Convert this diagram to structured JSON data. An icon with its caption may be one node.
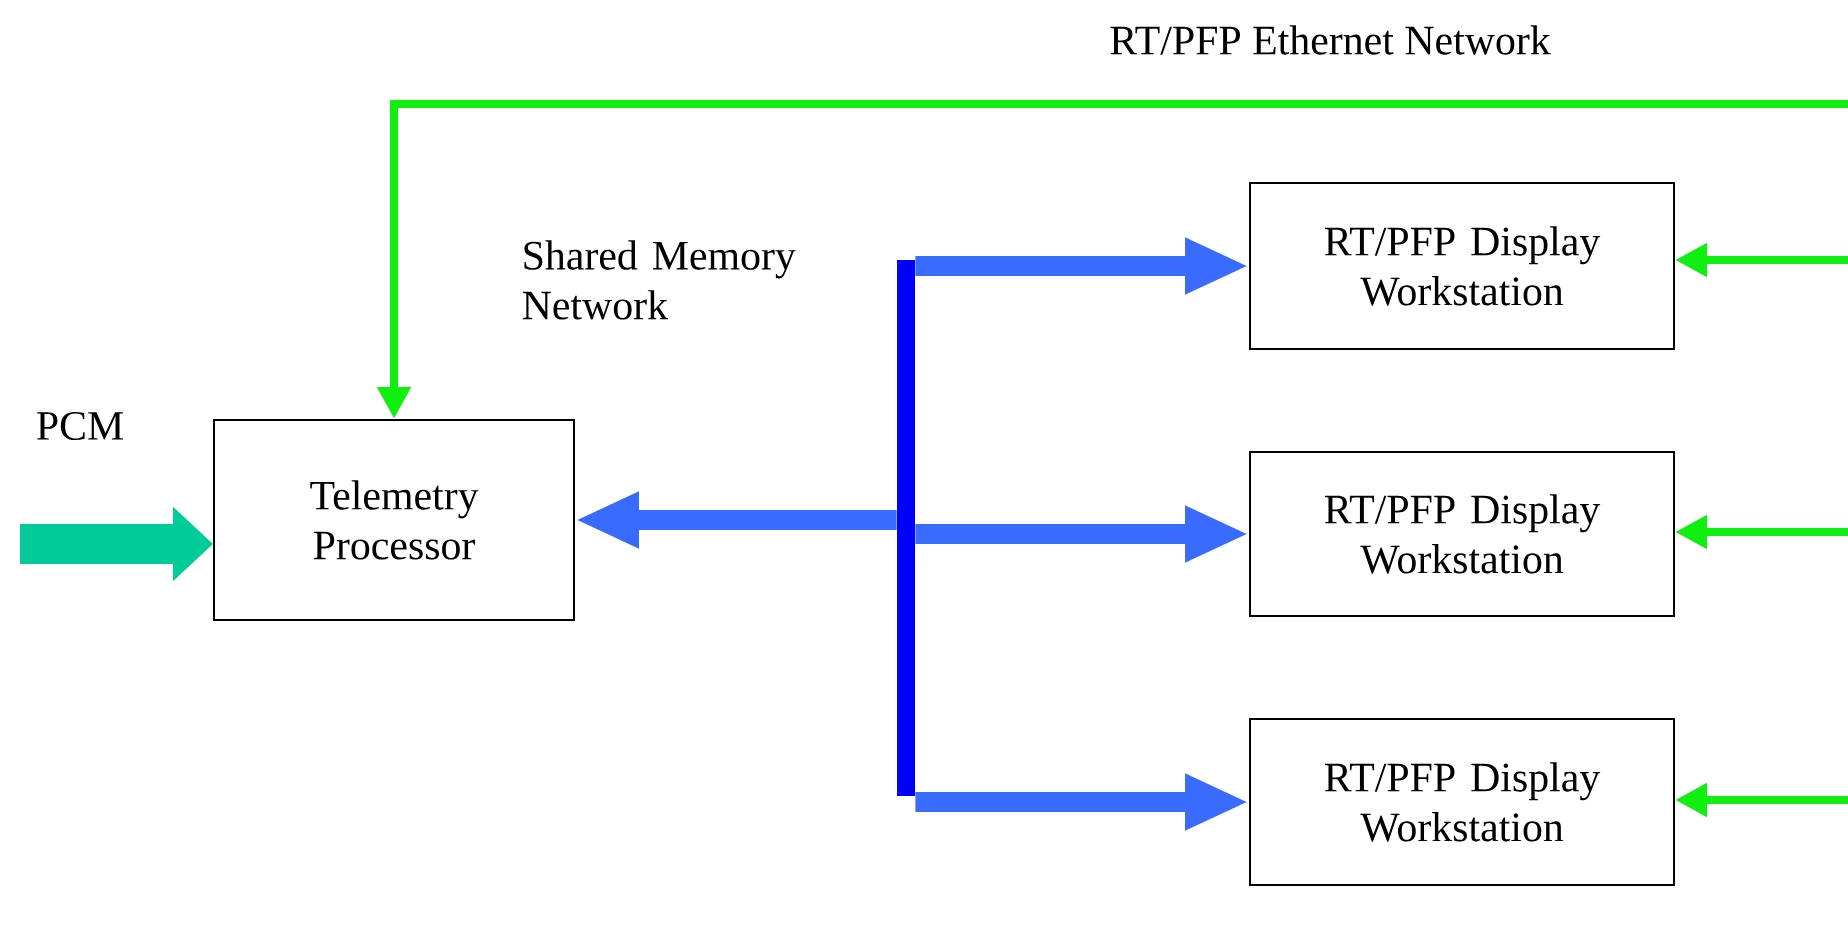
{
  "diagram": {
    "nodes": [
      {
        "text": [
          "Telemetry Processor"
        ]
      },
      {
        "text": [],
        "shape": "bar",
        "beside": [
          "Shared Memory Network"
        ]
      },
      {
        "text": [
          "RT/PFP Display Workstation"
        ]
      },
      {
        "text": [
          "RT/PFP Display Workstation"
        ]
      },
      {
        "text": [
          "RT/PFP Display Workstation"
        ]
      }
    ],
    "edges": [
      {
        "from": null,
        "to": 0,
        "arrow": "to",
        "label": "RT/PFP Ethernet Network",
        "color": "#11ee11"
      },
      {
        "from": null,
        "to": 0,
        "arrow": "to",
        "label": "PCM",
        "style": "thick",
        "color": "#00cc99"
      },
      {
        "from": 1,
        "to": 0,
        "arrow": "to",
        "color": "#3a6bff"
      },
      {
        "from": 1,
        "to": 2,
        "arrow": "to",
        "color": "#3a6bff"
      },
      {
        "from": 1,
        "to": 3,
        "arrow": "to",
        "color": "#3a6bff"
      },
      {
        "from": 1,
        "to": 4,
        "arrow": "to",
        "color": "#3a6bff"
      },
      {
        "from": null,
        "to": 2,
        "arrow": "to",
        "color": "#11ee11"
      },
      {
        "from": null,
        "to": 3,
        "arrow": "to",
        "color": "#11ee11"
      },
      {
        "from": null,
        "to": 4,
        "arrow": "to",
        "color": "#11ee11"
      }
    ]
  }
}
